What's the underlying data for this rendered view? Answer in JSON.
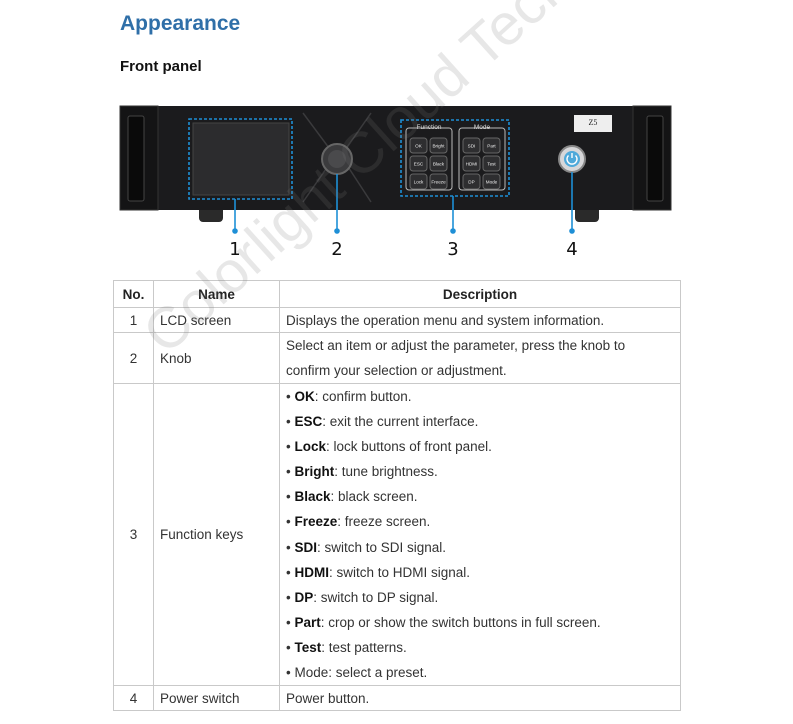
{
  "heading": "Appearance",
  "subheading": "Front panel",
  "watermark": "Colorlight Cloud Tech Ltd",
  "device": {
    "model_label": "Z5",
    "function_group_label": "Function",
    "mode_group_label": "Mode",
    "function_keys": [
      "OK",
      "Bright",
      "ESC",
      "Black",
      "Lock",
      "Freeze"
    ],
    "mode_keys": [
      "SDI",
      "Part",
      "HDMI",
      "Test",
      "DP",
      "Mode"
    ],
    "callouts": [
      "1",
      "2",
      "3",
      "4"
    ]
  },
  "table": {
    "headers": {
      "no": "No.",
      "name": "Name",
      "description": "Description"
    },
    "rows": [
      {
        "no": "1",
        "name": "LCD screen",
        "description": "Displays the operation menu and system information."
      },
      {
        "no": "2",
        "name": "Knob",
        "description_line1": "Select an item or adjust the parameter, press the knob to",
        "description_line2": "confirm your selection or adjustment."
      },
      {
        "no": "3",
        "name": "Function keys",
        "features": [
          {
            "key": "OK",
            "text": ": confirm button."
          },
          {
            "key": "ESC",
            "text": ": exit the current interface."
          },
          {
            "key": "Lock",
            "text": ": lock buttons of front panel."
          },
          {
            "key": "Bright",
            "text": ": tune brightness."
          },
          {
            "key": "Black",
            "text": ": black screen."
          },
          {
            "key": "Freeze",
            "text": ": freeze screen."
          },
          {
            "key": "SDI",
            "text": ": switch to SDI signal."
          },
          {
            "key": "HDMI",
            "text": ": switch to HDMI signal."
          },
          {
            "key": "DP",
            "text": ": switch to DP signal."
          },
          {
            "key": "Part",
            "text": ": crop or show the switch buttons in full screen."
          },
          {
            "key": "Test",
            "text": ": test patterns."
          }
        ],
        "last_feature": "Mode: select a preset."
      },
      {
        "no": "4",
        "name": "Power switch",
        "description": "Power button."
      }
    ]
  },
  "colors": {
    "heading": "#2f6fa8",
    "callout_box": "#1e8fd6",
    "panel": "#1b1b1d"
  }
}
